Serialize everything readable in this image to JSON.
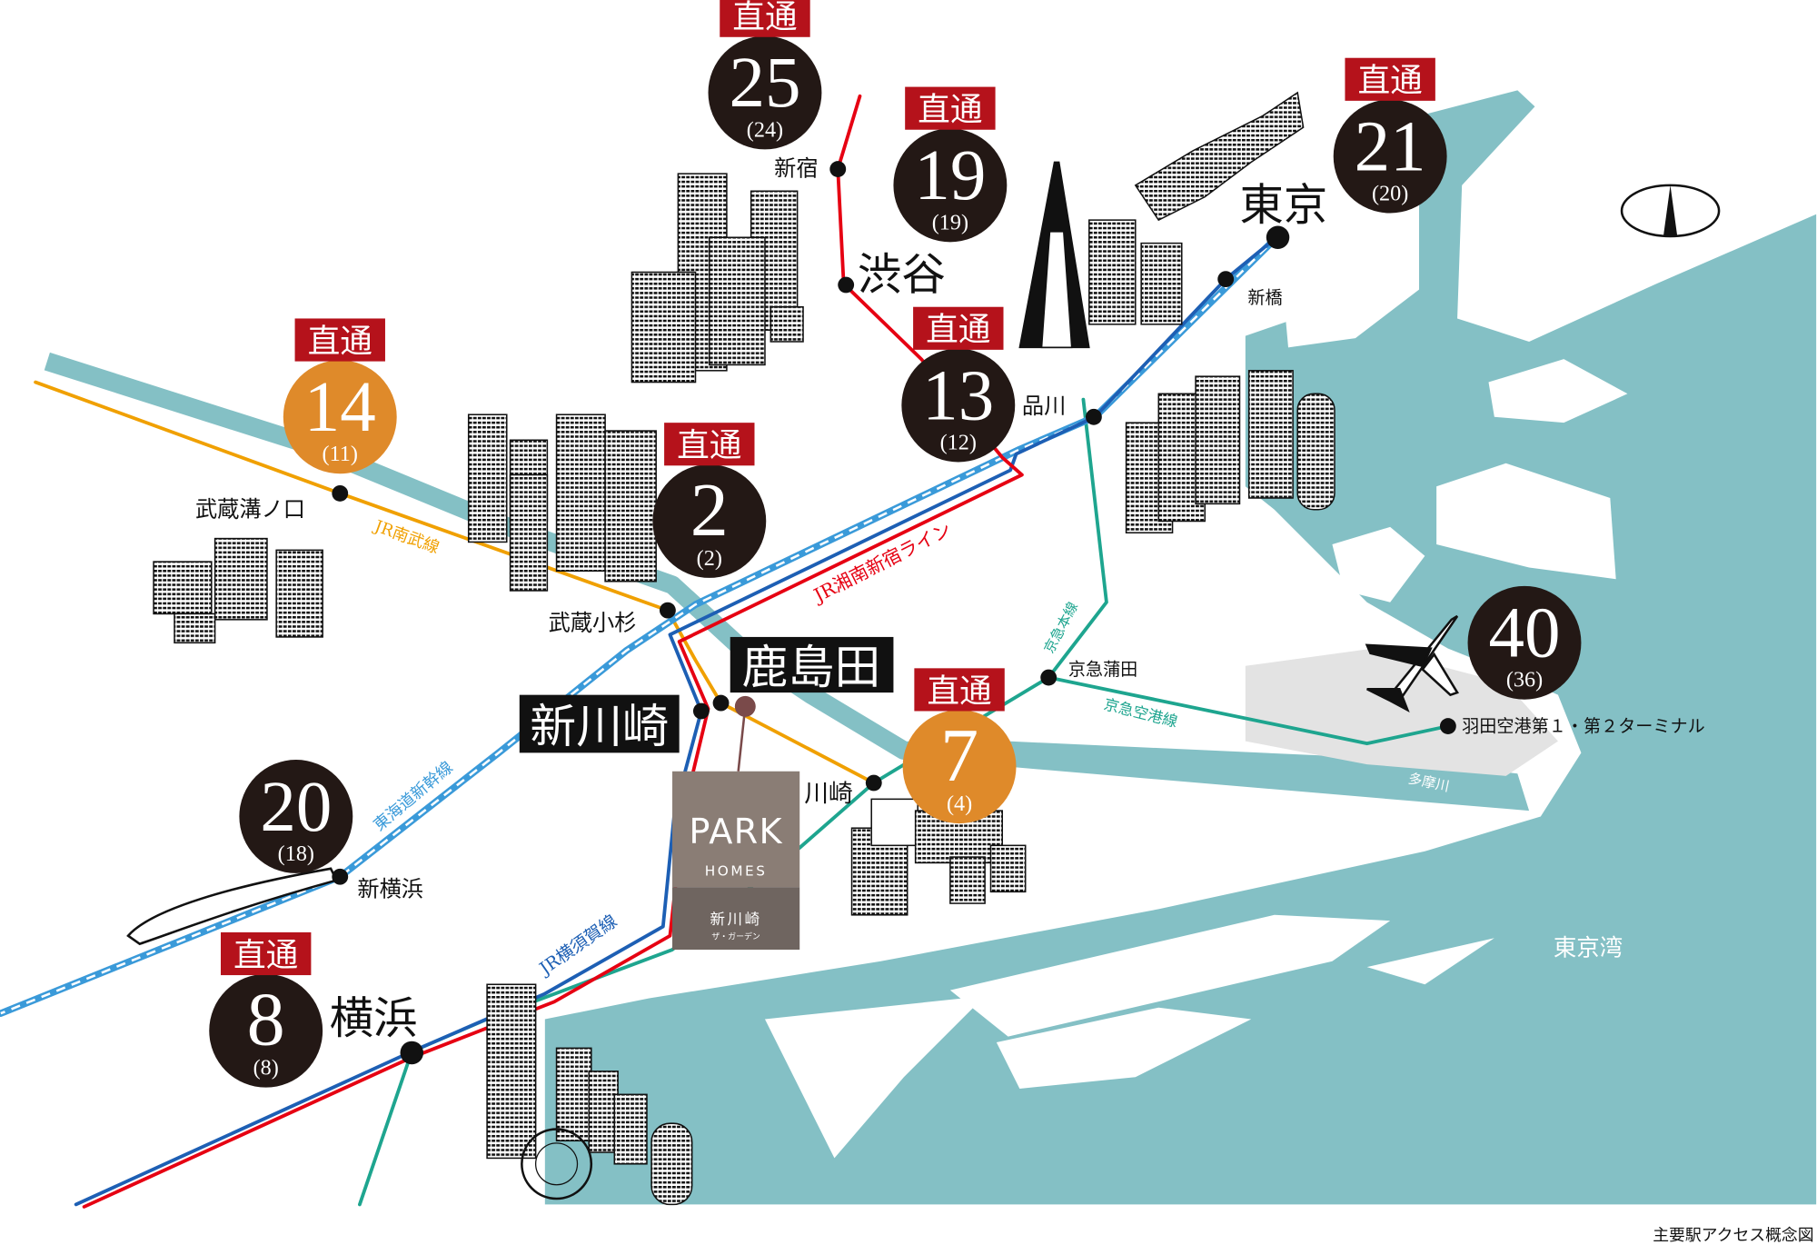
{
  "colors": {
    "water": "#84c0c5",
    "airport": "#e3e3e3",
    "badge_dark": "#231815",
    "badge_orange": "#df8a2a",
    "direct_red": "#b5121b",
    "line_red": "#e60012",
    "line_blue": "#1d5fb4",
    "line_shinkansen": "#3a9ad9",
    "line_orange": "#f0a000",
    "line_keikyu": "#1ea58f",
    "property": "#7a4a4a",
    "park_box": "#8a7d75",
    "park_box_lower": "#6f6560"
  },
  "direct_label": "直通",
  "badges": [
    {
      "id": "shinjuku",
      "time": "25",
      "sub": "(24)",
      "direct": true,
      "tone": "dark"
    },
    {
      "id": "shibuya",
      "time": "19",
      "sub": "(19)",
      "direct": true,
      "tone": "dark"
    },
    {
      "id": "tokyo",
      "time": "21",
      "sub": "(20)",
      "direct": true,
      "tone": "dark"
    },
    {
      "id": "shinagawa",
      "time": "13",
      "sub": "(12)",
      "direct": true,
      "tone": "dark"
    },
    {
      "id": "mizonokuchi",
      "time": "14",
      "sub": "(11)",
      "direct": true,
      "tone": "orange"
    },
    {
      "id": "kosugi",
      "time": "2",
      "sub": "(2)",
      "direct": true,
      "tone": "dark"
    },
    {
      "id": "kawasaki",
      "time": "7",
      "sub": "(4)",
      "direct": true,
      "tone": "orange"
    },
    {
      "id": "shinyokohama",
      "time": "20",
      "sub": "(18)",
      "direct": false,
      "tone": "dark"
    },
    {
      "id": "yokohama",
      "time": "8",
      "sub": "(8)",
      "direct": true,
      "tone": "dark"
    },
    {
      "id": "haneda",
      "time": "40",
      "sub": "(36)",
      "direct": false,
      "tone": "dark"
    }
  ],
  "stations": {
    "shinjuku": "新宿",
    "shibuya": "渋谷",
    "tokyo": "東京",
    "shimbashi": "新橋",
    "shinagawa": "品川",
    "mizonokuchi": "武蔵溝ノ口",
    "kosugi": "武蔵小杉",
    "kashimada": "鹿島田",
    "shinkawasaki": "新川崎",
    "kawasaki": "川崎",
    "keikyukamata": "京急蒲田",
    "haneda": "羽田空港第１・第２ターミナル",
    "shinyokohama": "新横浜",
    "yokohama": "横浜"
  },
  "lines": {
    "nambu": "JR南武線",
    "shonan": "JR湘南新宿ライン",
    "keikyu_main": "京急本線",
    "keikyu_airport": "京急空港線",
    "shinkansen": "東海道新幹線",
    "yokosuka": "JR横須賀線"
  },
  "places": {
    "bay": "東京湾",
    "river": "多摩川"
  },
  "property": {
    "brand": "PARK",
    "brand_sub": "HOMES",
    "name": "新川崎",
    "name_sub": "ザ・ガーデン"
  },
  "caption": "主要駅アクセス概念図"
}
